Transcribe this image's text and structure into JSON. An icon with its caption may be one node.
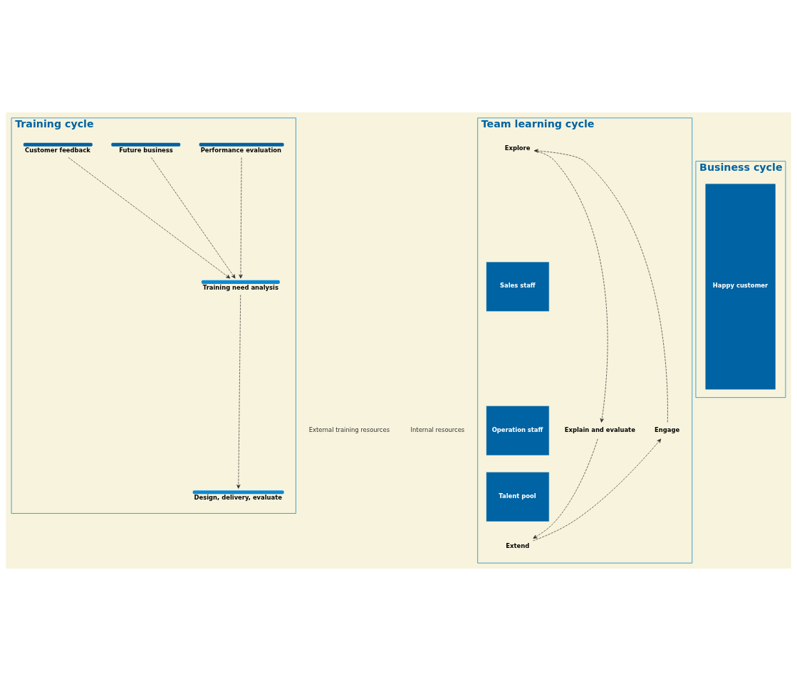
{
  "diagram": {
    "nodes": [
      {
        "text": [
          "Training cycle"
        ]
      },
      {
        "text": [
          "Performance evaluation"
        ],
        "in": 0
      },
      {
        "text": [
          "Future business"
        ],
        "in": 0
      },
      {
        "text": [
          "Customer feedback"
        ],
        "in": 0
      },
      {
        "text": [
          "Training need analysis"
        ],
        "in": 0
      },
      {
        "text": [
          "Design, delivery, evaluate"
        ],
        "in": 0
      },
      {
        "text": [
          "Team learning cycle"
        ]
      },
      {
        "text": [
          "Explore"
        ],
        "in": 6
      },
      {
        "text": [
          "Sales staff"
        ],
        "in": 6
      },
      {
        "text": [
          "Operation staff"
        ],
        "in": 6
      },
      {
        "text": [
          "Talent pool"
        ],
        "in": 6
      },
      {
        "text": [
          "Explain and evaluate"
        ],
        "in": 6
      },
      {
        "text": [
          "Engage"
        ],
        "in": 6
      },
      {
        "text": [
          "Extend"
        ],
        "in": 6
      },
      {
        "text": [
          "Business cycle"
        ]
      },
      {
        "text": [
          "Happy customer"
        ],
        "in": 14
      }
    ],
    "edges": [
      {
        "from": 1,
        "to": 4,
        "arrow": "to",
        "style": "dashed"
      },
      {
        "from": 2,
        "to": 4,
        "arrow": "to",
        "style": "dashed"
      },
      {
        "from": 3,
        "to": 4,
        "arrow": "to",
        "style": "dashed"
      },
      {
        "from": 4,
        "to": 5,
        "arrow": "to",
        "style": "dashed"
      },
      {
        "from": 7,
        "to": 11,
        "arrow": "to",
        "style": "dashed"
      },
      {
        "from": 11,
        "to": 13,
        "arrow": "to",
        "style": "dashed"
      },
      {
        "from": 13,
        "to": 12,
        "arrow": "to",
        "style": "dashed"
      },
      {
        "from": 12,
        "to": 7,
        "arrow": "to",
        "style": "dashed"
      }
    ],
    "labels": [
      "External training resources",
      "Internal resources"
    ]
  }
}
